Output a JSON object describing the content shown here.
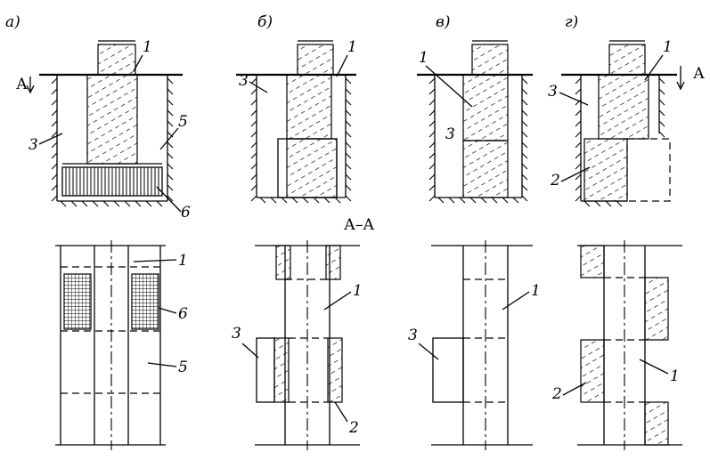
{
  "panels": {
    "a": {
      "letter": "а)",
      "l1": "1",
      "l3": "3",
      "l5": "5",
      "l6": "6",
      "plan1": "1",
      "plan6": "6",
      "plan5": "5"
    },
    "b": {
      "letter": "б)",
      "l1": "1",
      "l3": "3",
      "plan1": "1",
      "plan3": "3",
      "plan2": "2"
    },
    "v": {
      "letter": "в)",
      "l1": "1",
      "l3": "3",
      "plan1": "1",
      "plan3": "3"
    },
    "g": {
      "letter": "г)",
      "l1": "1",
      "l3": "3",
      "l2": "2",
      "plan1": "1",
      "plan2": "2"
    }
  },
  "section": {
    "marker": "А",
    "title": "А–А"
  }
}
